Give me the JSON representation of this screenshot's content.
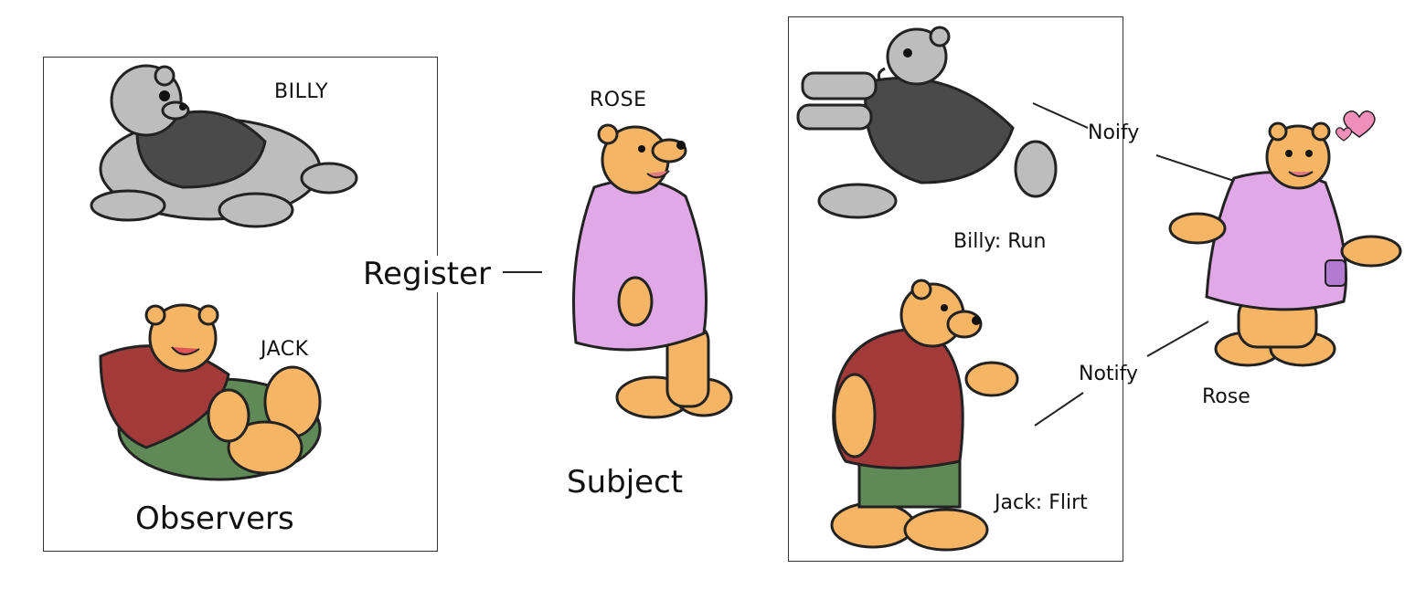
{
  "observers_panel": {
    "caption": "Observers",
    "billy_name": "BILLY",
    "jack_name": "JACK"
  },
  "subject_panel": {
    "name": "ROSE",
    "caption": "Subject"
  },
  "register_label": "Register",
  "notify_panel": {
    "billy_reaction": "Billy: Run",
    "jack_reaction": "Jack: Flirt",
    "notify_top": "Noify",
    "notify_bottom": "Notify",
    "rose_label": "Rose"
  },
  "colors": {
    "bear_fur": "#f6b565",
    "grey_fur": "#bdbdbd",
    "grey_shirt": "#4a4a4a",
    "jack_shirt": "#a23a3a",
    "jack_shorts": "#5f8a57",
    "rose_dress": "#e0a8e6",
    "heart": "#f08fb8"
  }
}
